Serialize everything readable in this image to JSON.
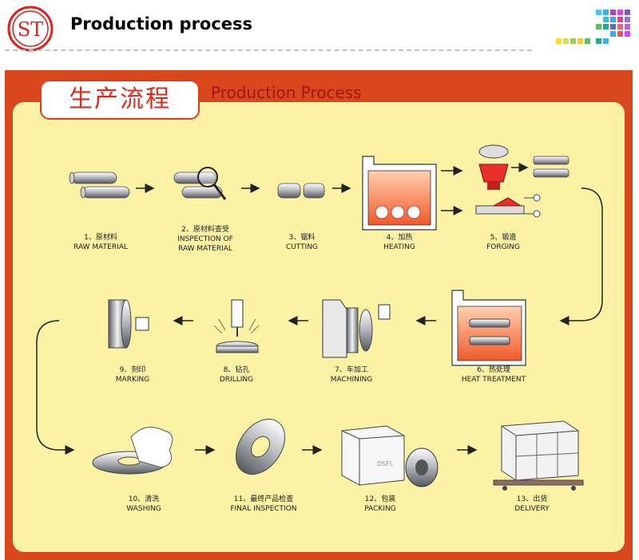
{
  "header": {
    "title": "Production process",
    "logo_text": "ST"
  },
  "panel": {
    "title_cn": "生产流程",
    "title_en": "Production Process"
  },
  "steps": [
    {
      "num": "1、原材料",
      "en": "RAW MATERIAL"
    },
    {
      "num": "2、原材料查受",
      "en": "INSPECTION OF",
      "en2": "RAW MATERIAL"
    },
    {
      "num": "3、锯料",
      "en": "CUTTING"
    },
    {
      "num": "4、加热",
      "en": "HEATING"
    },
    {
      "num": "5、锻造",
      "en": "FORGING"
    },
    {
      "num": "6、热处理",
      "en": "HEAT TREATMENT"
    },
    {
      "num": "7、车加工",
      "en": "MACHINING"
    },
    {
      "num": "8、钻孔",
      "en": "DRILLING"
    },
    {
      "num": "9、刻印",
      "en": "MARKING"
    },
    {
      "num": "10、清洗",
      "en": "WASHING"
    },
    {
      "num": "11、最终产品检查",
      "en": "FINAL INSPECTION"
    },
    {
      "num": "12、包装",
      "en": "PACKING"
    },
    {
      "num": "13、出货",
      "en": "DELIVERY"
    }
  ],
  "box_label": "DSFL",
  "colors": {
    "accent_red": "#e4271a",
    "panel_border": "#d9481d",
    "panel_fill": "#fbf2a6",
    "heat": "#f06a3a"
  }
}
